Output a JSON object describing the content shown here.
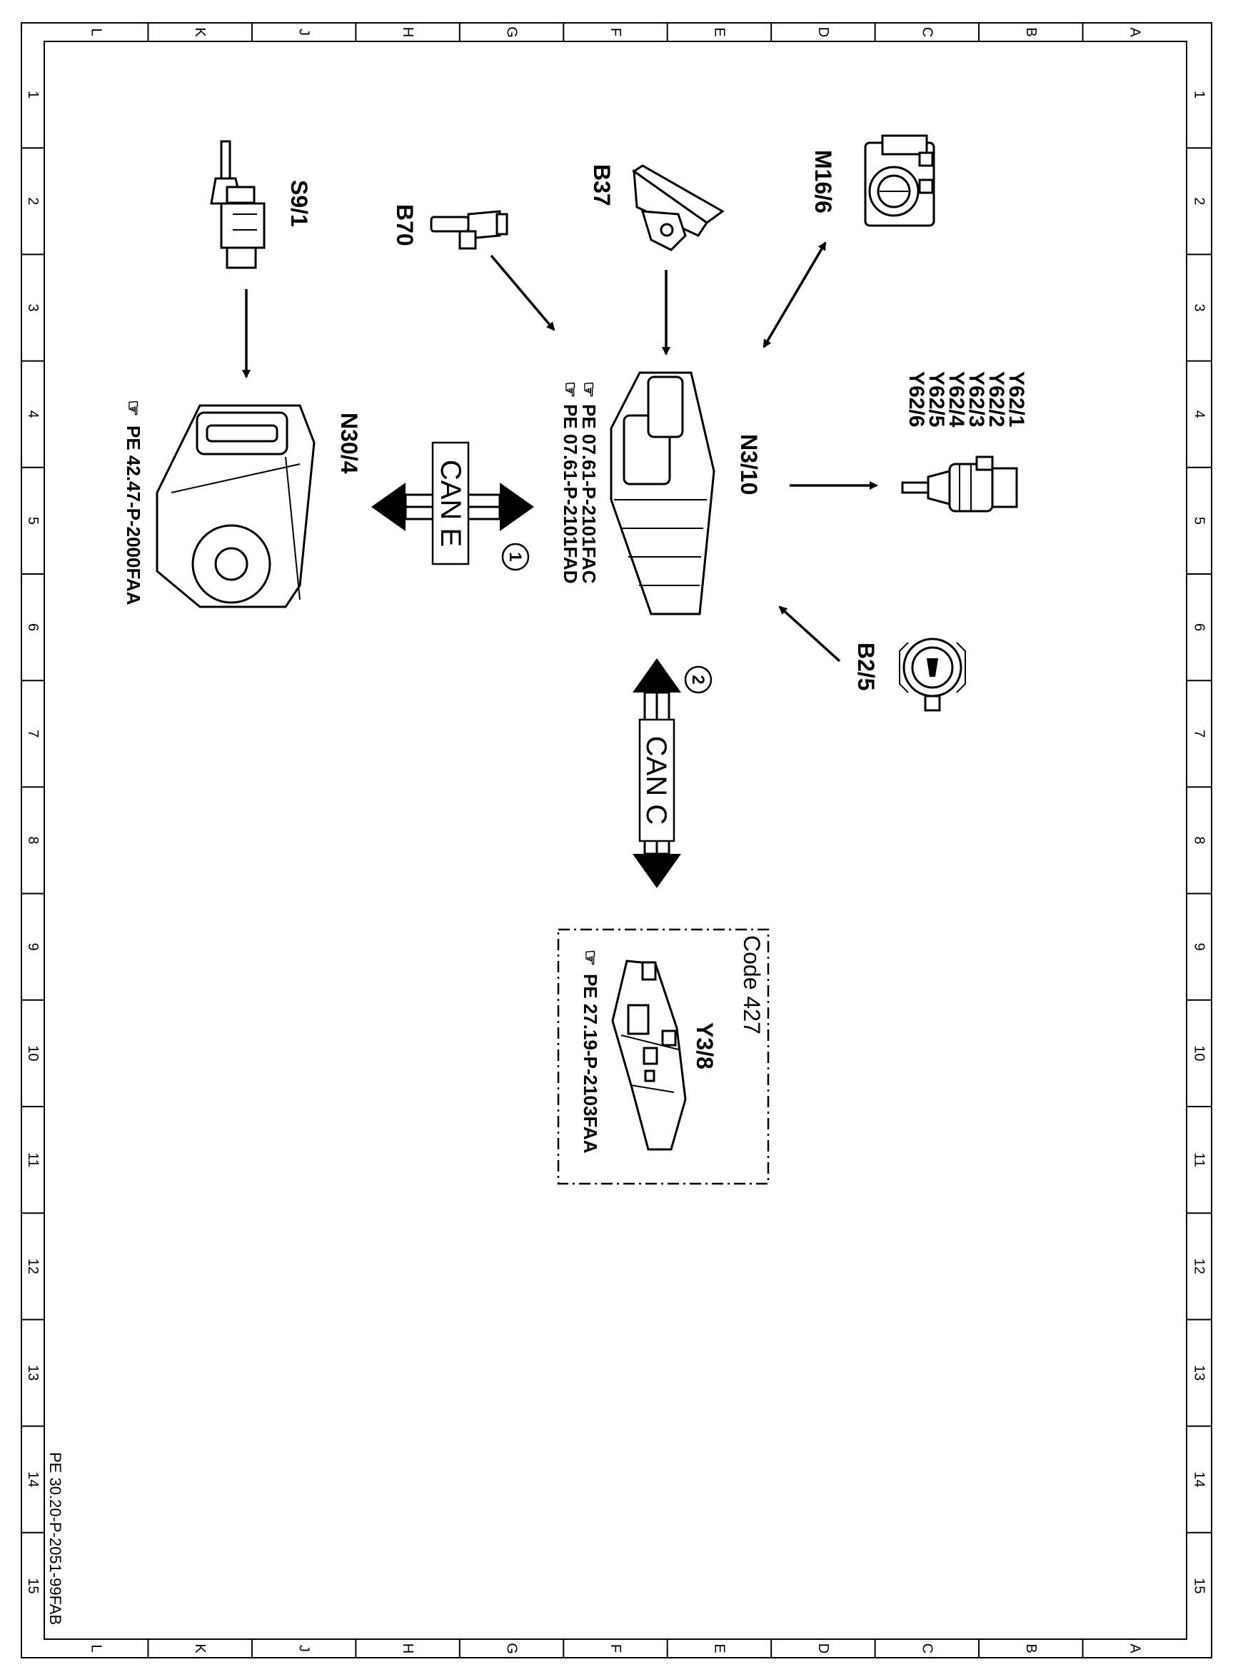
{
  "drawing": {
    "doc_number": "PE 30.20-P-2051-99FAB",
    "grid_letters": [
      "L",
      "K",
      "J",
      "H",
      "G",
      "F",
      "E",
      "D",
      "C",
      "B",
      "A"
    ],
    "grid_numbers": [
      "1",
      "2",
      "3",
      "4",
      "5",
      "6",
      "7",
      "8",
      "9",
      "10",
      "11",
      "12",
      "13",
      "14",
      "15"
    ]
  },
  "components": {
    "s9_1": "S9/1",
    "b70": "B70",
    "b37": "B37",
    "m16_6": "M16/6",
    "n30_4": "N30/4",
    "n30_4_ref": "PE 42.47-P-2000FAA",
    "n3_10": "N3/10",
    "n3_10_ref1": "PE 07.61-P-2101FAC",
    "n3_10_ref2": "PE 07.61-P-2101FAD",
    "y62": [
      "Y62/1",
      "Y62/2",
      "Y62/3",
      "Y62/4",
      "Y62/5",
      "Y62/6"
    ],
    "b2_5": "B2/5",
    "code_box_title": "Code 427",
    "y3_8": "Y3/8",
    "y3_8_ref": "PE 27.19-P-2103FAA"
  },
  "buses": {
    "can_e": "CAN E",
    "can_e_number": "1",
    "can_c": "CAN C",
    "can_c_number": "2"
  }
}
